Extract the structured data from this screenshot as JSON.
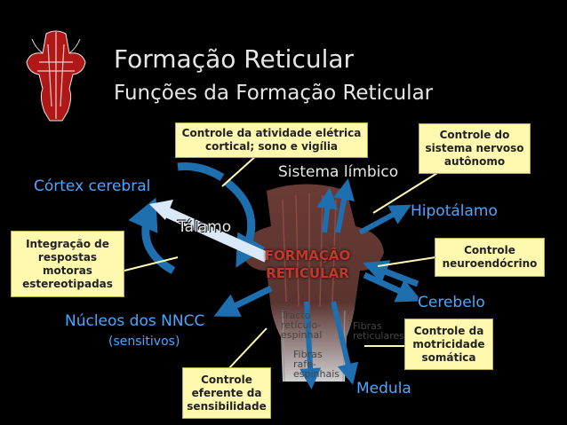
{
  "header": {
    "title": "Formação Reticular",
    "subtitle": "Funções da Formação Reticular"
  },
  "diagram": {
    "center": [
      "FORMAÇÃO",
      "RETICULAR"
    ],
    "structures": {
      "cortex": "Córtex cerebral",
      "talamo": "Tálamo",
      "sistema_limbico": "Sistema límbico",
      "hipotalamo": "Hipotálamo",
      "cerebelo": "Cerebelo",
      "nucleos": "Núcleos dos NNCC",
      "nucleos_sub": "(sensitivos)",
      "medula": "Medula"
    },
    "tracts": {
      "tracto": "Tracto\nretículo-\nespinhal",
      "fibras_ret": "Fibras\nreticulares",
      "fibras_rafe": "Fibras\nrafe-\nespinhais"
    },
    "callouts": {
      "cortical": "Controle da atividade elétrica cortical; sono e vigília",
      "autonomo": "Controle do sistema nervoso autônomo",
      "integracao": "Integração de respostas motoras estereotipadas",
      "neuroendocrino": "Controle neuroendócrino",
      "motricidade": "Controle da motricidade somática",
      "eferente": "Controle eferente da sensibilidade"
    },
    "colors": {
      "structure_label": "#4da6ff",
      "callout_bg": "#fff9b0",
      "arrow": "#1e6fb0",
      "center_text": "#c0392b"
    }
  }
}
